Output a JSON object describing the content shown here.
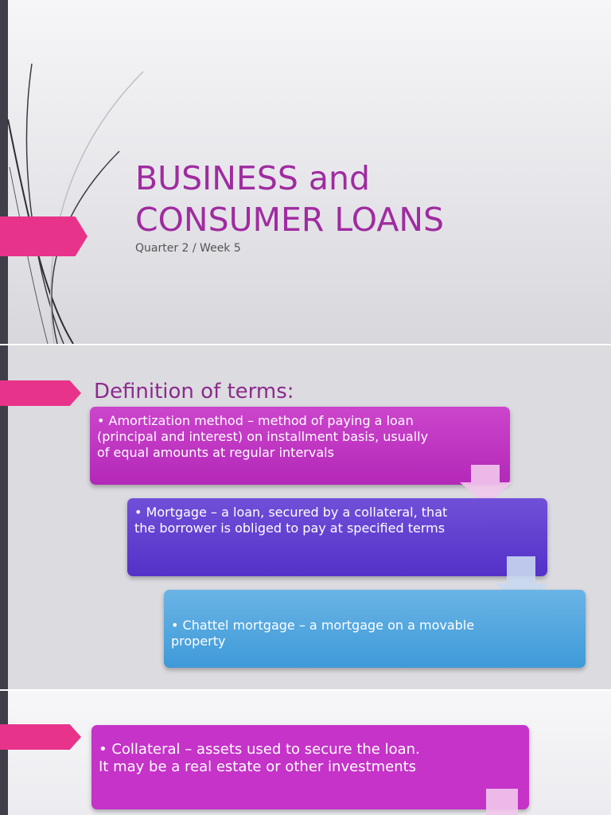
{
  "slide1": {
    "title": "BUSINESS and\nCONSUMER LOANS",
    "subtitle": "Quarter 2 / Week 5"
  },
  "slide2": {
    "heading": "Definition of terms:",
    "terms": [
      {
        "text": "• Amortization method – method of paying a loan (principal and interest) on installment basis, usually of equal amounts at regular intervals",
        "color": "#b328b8"
      },
      {
        "text": "• Mortgage – a loan, secured by a collateral, that the borrower is obliged to pay at specified terms",
        "color": "#5431c8"
      },
      {
        "text": "• Chattel mortgage – a mortgage on a movable property",
        "color": "#3e9ad8"
      }
    ]
  },
  "slide3": {
    "terms": [
      {
        "text": "• Collateral – assets used to secure the loan. It may be a real estate or other investments",
        "color": "#c533c8"
      }
    ]
  },
  "colors": {
    "accent_pink": "#e8338a",
    "title_purple": "#a02ba0",
    "edge_bar": "#3f3f49"
  }
}
